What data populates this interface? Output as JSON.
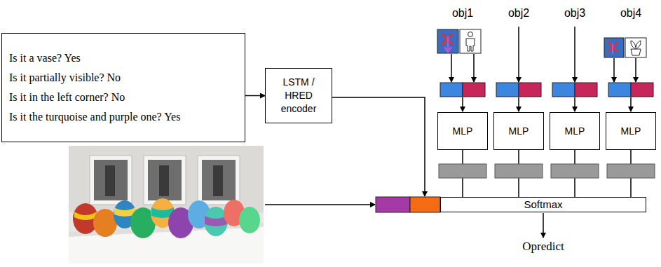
{
  "diagram": {
    "nodes": [
      {
        "text": [
          "Is it a vase? Yes",
          "Is it partially visible? No",
          "Is it in the left corner? No",
          "Is it the turquoise and purple one? Yes"
        ]
      },
      {
        "text": [
          "LSTM / HRED encoder"
        ]
      },
      {
        "text": [
          "MLP"
        ]
      },
      {
        "text": [
          "MLP"
        ]
      },
      {
        "text": [
          "MLP"
        ]
      },
      {
        "text": [
          "MLP"
        ]
      },
      {
        "text": [
          "Softmax"
        ]
      }
    ],
    "edges": [
      {
        "from": 0,
        "to": 1,
        "arrow": "to"
      },
      {
        "from": 2,
        "to": 6,
        "arrow": "none"
      },
      {
        "from": 3,
        "to": 6,
        "arrow": "none"
      },
      {
        "from": 4,
        "to": 6,
        "arrow": "none"
      },
      {
        "from": 5,
        "to": 6,
        "arrow": "none"
      }
    ],
    "labels": [
      "obj1",
      "obj2",
      "obj3",
      "obj4",
      "Opredict"
    ]
  }
}
